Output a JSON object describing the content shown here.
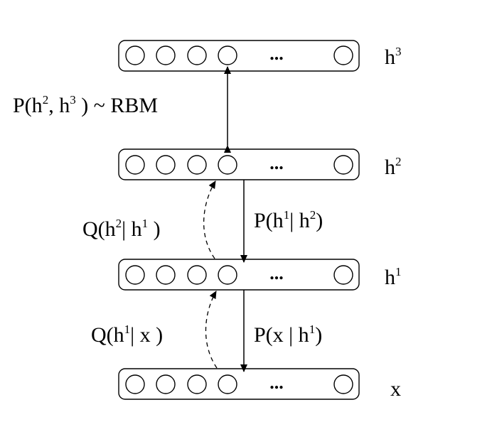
{
  "layers": [
    {
      "id": "h3",
      "base": "h",
      "sup": "3",
      "ellipsis": "..."
    },
    {
      "id": "h2",
      "base": "h",
      "sup": "2",
      "ellipsis": "..."
    },
    {
      "id": "h1",
      "base": "h",
      "sup": "1",
      "ellipsis": "..."
    },
    {
      "id": "x",
      "base": "x",
      "sup": "",
      "ellipsis": "..."
    }
  ],
  "connections": {
    "rbm": {
      "from": "h2",
      "to": "h3",
      "style": "solid-bidirectional",
      "parts": [
        "P(h",
        "2",
        ", h",
        "3",
        " ) ~ RBM"
      ]
    },
    "p_h1_given_h2": {
      "from": "h2",
      "to": "h1",
      "style": "solid",
      "parts": [
        "P(h",
        "1",
        "| h",
        "2",
        ")"
      ]
    },
    "p_x_given_h1": {
      "from": "h1",
      "to": "x",
      "style": "solid",
      "parts": [
        "P(x | h",
        "1",
        ")"
      ]
    },
    "q_h2_given_h1": {
      "from": "h1",
      "to": "h2",
      "style": "dashed",
      "parts": [
        "Q(h",
        "2",
        "| h",
        "1",
        " )"
      ]
    },
    "q_h1_given_x": {
      "from": "x",
      "to": "h1",
      "style": "dashed",
      "parts": [
        "Q(h",
        "1",
        "| x  )"
      ]
    }
  }
}
